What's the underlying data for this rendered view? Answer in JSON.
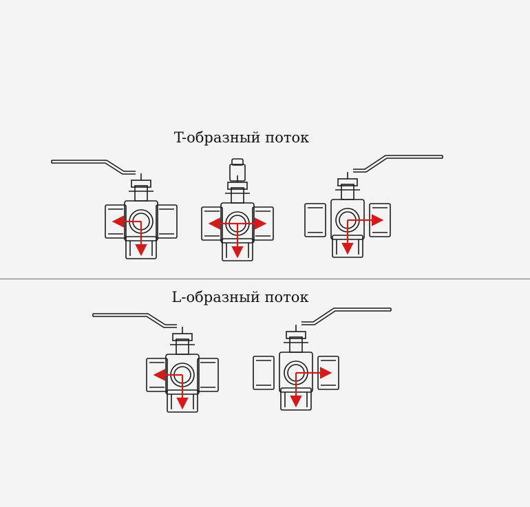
{
  "sections": {
    "t_flow": {
      "title": "T-образный поток"
    },
    "l_flow": {
      "title": "L-образный поток"
    }
  },
  "colors": {
    "line": "#1a1a1a",
    "arrow": "#d21c1c",
    "background": "#f4f4f4",
    "divider": "#6a6a6a"
  },
  "valves": [
    {
      "section": "t_flow",
      "handle": "left",
      "flow": [
        "left",
        "down"
      ]
    },
    {
      "section": "t_flow",
      "handle": "none",
      "flow": [
        "left",
        "right",
        "down"
      ]
    },
    {
      "section": "t_flow",
      "handle": "right",
      "flow": [
        "right",
        "down"
      ]
    },
    {
      "section": "l_flow",
      "handle": "left",
      "flow": [
        "left",
        "down"
      ]
    },
    {
      "section": "l_flow",
      "handle": "right",
      "flow": [
        "right",
        "down"
      ]
    }
  ]
}
